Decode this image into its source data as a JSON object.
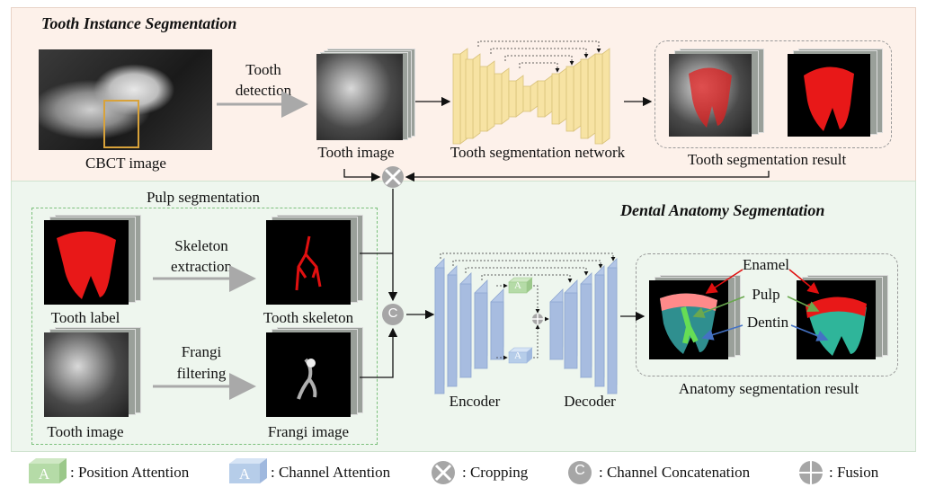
{
  "sections": {
    "top_title": "Tooth Instance Segmentation",
    "bottom_title": "Dental Anatomy Segmentation",
    "pulp_title": "Pulp segmentation"
  },
  "top": {
    "cbct_label": "CBCT image",
    "detect_line1": "Tooth",
    "detect_line2": "detection",
    "tooth_image_label": "Tooth image",
    "network_label": "Tooth segmentation network",
    "result_label": "Tooth segmentation result"
  },
  "pulp": {
    "tooth_label": "Tooth label",
    "skeleton_line1": "Skeleton",
    "skeleton_line2": "extraction",
    "skeleton_label": "Tooth skeleton",
    "tooth_image_label": "Tooth image",
    "frangi_line1": "Frangi",
    "frangi_line2": "filtering",
    "frangi_label": "Frangi image"
  },
  "anatomy": {
    "encoder": "Encoder",
    "decoder": "Decoder",
    "result_label": "Anatomy segmentation result",
    "enamel": "Enamel",
    "pulp": "Pulp",
    "dentin": "Dentin",
    "attn_glyph": "A",
    "concat_glyph": "C"
  },
  "legend": {
    "position_attention": ": Position Attention",
    "channel_attention": ": Channel Attention",
    "cropping": ": Cropping",
    "channel_concat": ": Channel Concatenation",
    "fusion": ": Fusion",
    "glyph_a": "A",
    "glyph_c": "C"
  },
  "colors": {
    "top_bg": "#fdf1ea",
    "bottom_bg": "#eef6ee",
    "network_yellow": "#f7e3a3",
    "encoder_blue": "#b4c7e7",
    "position_green": "#b5dba7",
    "channel_blue": "#b6cde9",
    "red_arrow": "#e01010",
    "green_arrow": "#6aa84f",
    "blue_arrow": "#4472c4"
  }
}
